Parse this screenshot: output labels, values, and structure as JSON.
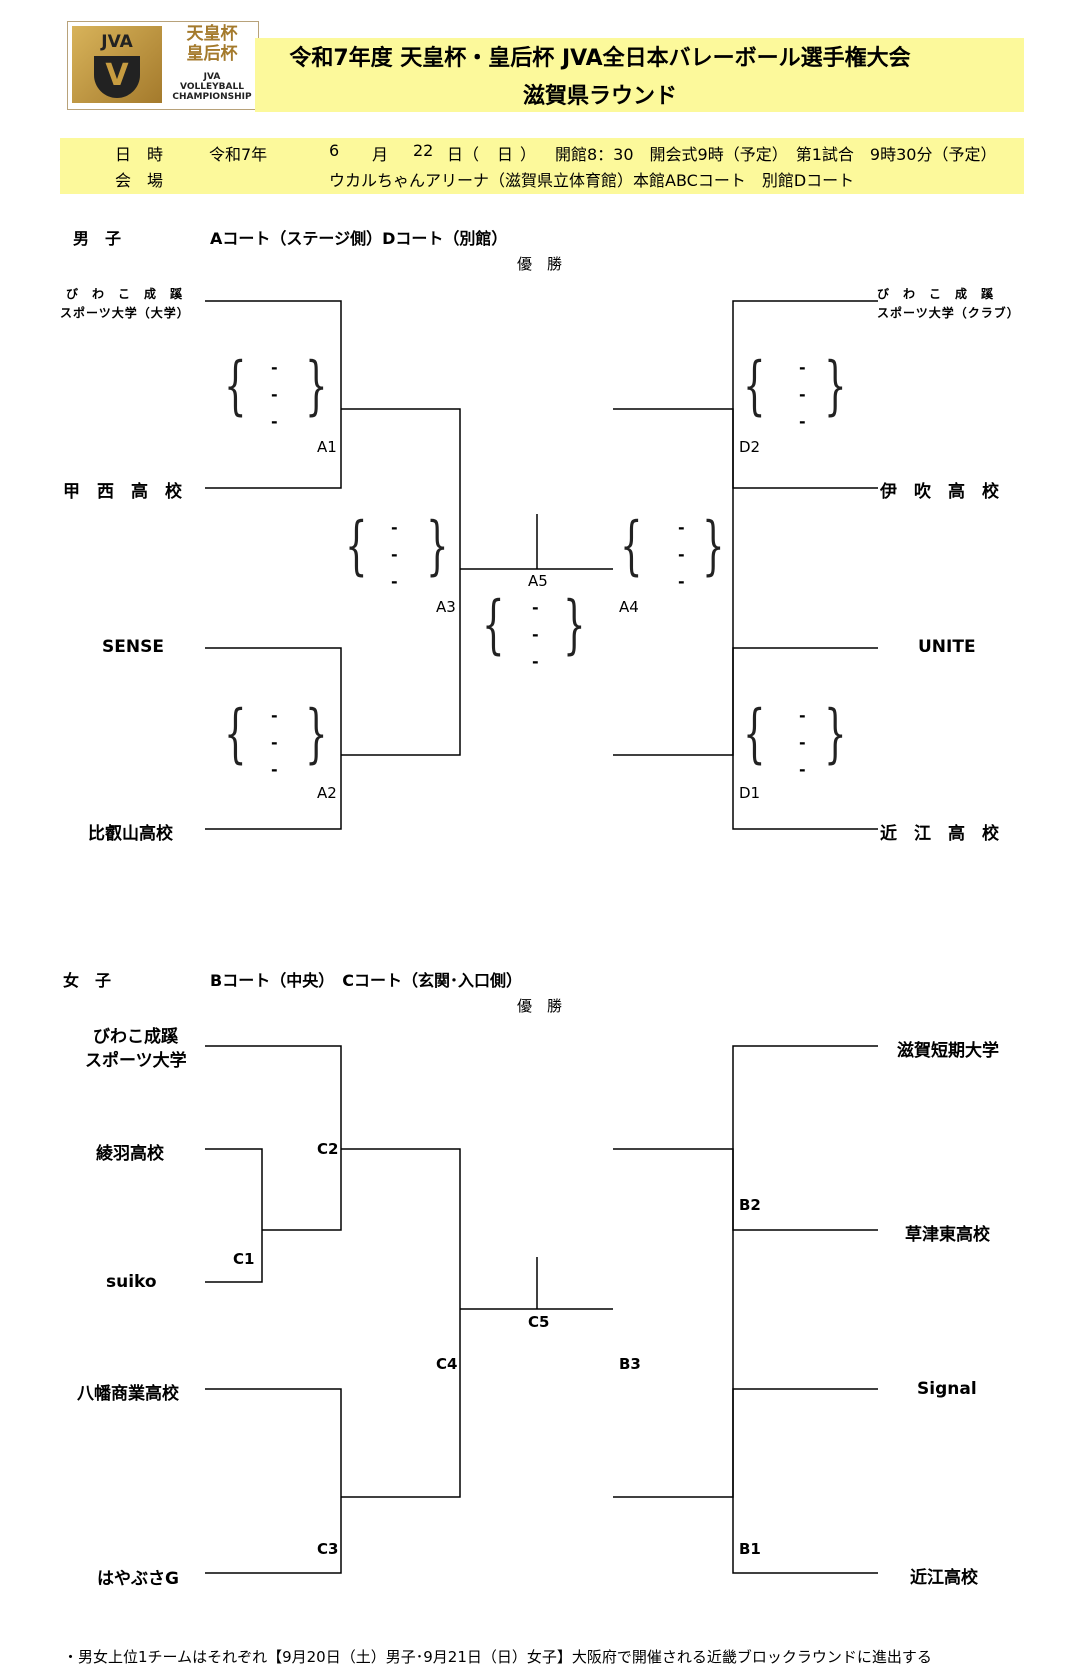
{
  "logo": {
    "jva": "JVA",
    "kanji1": "天皇杯",
    "kanji2": "皇后杯",
    "sm1": "JVA",
    "sm2": "VOLLEYBALL",
    "sm3": "CHAMPIONSHIP"
  },
  "title": {
    "line1": "令和7年度 天皇杯・皇后杯 JVA全日本バレーボール選手権大会",
    "line2": "滋賀県ラウンド"
  },
  "info": {
    "date_label": "日　時",
    "era": "令和7年",
    "month": "6",
    "month_unit": "月",
    "day": "22",
    "day_unit": "日（",
    "weekday": "日",
    "close": "）",
    "opening": "開館8：30　開会式9時（予定）　第1試合　9時30分（予定）",
    "venue_label": "会　場",
    "venue": "ウカルちゃんアリーナ（滋賀県立体育館）本館ABCコート　別館Dコート"
  },
  "men": {
    "label": "男　子",
    "courts": "Aコート（ステージ側）Dコート（別館）",
    "champion": "優　勝",
    "team_left1a": "び　わ　こ　成　蹊",
    "team_left1b": "スポーツ大学（大学）",
    "team_left2": "甲　西　高　校",
    "team_left3": "SENSE",
    "team_left4": "比叡山高校",
    "team_right1a": "び　わ　こ　成　蹊",
    "team_right1b": "スポーツ大学（クラブ）",
    "team_right2": "伊　吹　高　校",
    "team_right3": "UNITE",
    "team_right4": "近　江　高　校",
    "m_a1": "A1",
    "m_a2": "A2",
    "m_a3": "A3",
    "m_a4": "A4",
    "m_a5": "A5",
    "m_d1": "D1",
    "m_d2": "D2",
    "dash": "-"
  },
  "women": {
    "label": "女　子",
    "courts": "Bコート（中央）　Cコート（玄関･入口側）",
    "champion": "優　勝",
    "team_l1a": "びわこ成蹊",
    "team_l1b": "スポーツ大学",
    "team_l2": "綾羽高校",
    "team_l3": "suiko",
    "team_l4": "八幡商業高校",
    "team_l5": "はやぶさG",
    "team_r1": "滋賀短期大学",
    "team_r2": "草津東高校",
    "team_r3": "Signal",
    "team_r4": "近江高校",
    "m_c1": "C1",
    "m_c2": "C2",
    "m_c3": "C3",
    "m_c4": "C4",
    "m_c5": "C5",
    "m_b1": "B1",
    "m_b2": "B2",
    "m_b3": "B3"
  },
  "note": "・男女上位1チームはそれぞれ【9月20日（土）男子･9月21日（日）女子】大阪府で開催される近畿ブロックラウンドに進出する"
}
